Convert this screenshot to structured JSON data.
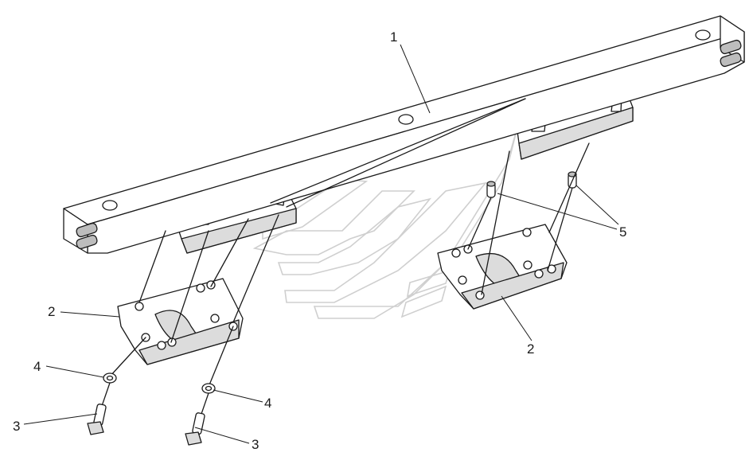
{
  "callouts": [
    {
      "id": "c1",
      "text": "1"
    },
    {
      "id": "c2a",
      "text": "2"
    },
    {
      "id": "c2b",
      "text": "2"
    },
    {
      "id": "c3a",
      "text": "3"
    },
    {
      "id": "c3b",
      "text": "3"
    },
    {
      "id": "c4a",
      "text": "4"
    },
    {
      "id": "c4b",
      "text": "4"
    },
    {
      "id": "c5",
      "text": "5"
    }
  ],
  "colors": {
    "line": "#1a1a1a",
    "watermark": "#cfcfcf",
    "shade": "#dcdcdc"
  }
}
